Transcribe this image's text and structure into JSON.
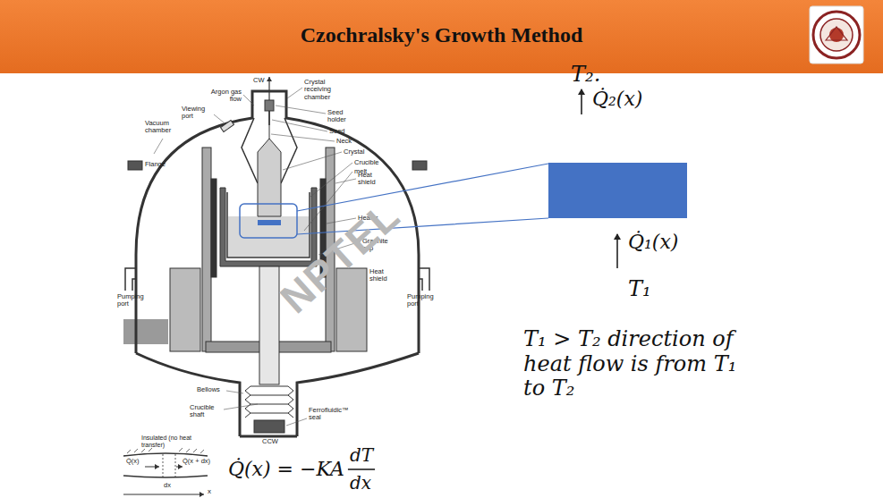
{
  "diagram": {
    "title": "Czochralsky's Growth Method",
    "labels": [
      "Argon gas flow",
      "CW",
      "Crystal receiving chamber",
      "Viewing port",
      "Seed holder",
      "Seed",
      "Neck",
      "Crystal",
      "Crucible",
      "melt",
      "Vacuum chamber",
      "Flange",
      "Heat shield",
      "Heater",
      "Graphite cup",
      "Pumping port",
      "Pumping port",
      "Heat shield",
      "Bellows",
      "Crucible shaft",
      "Ferrofluidic™ seal",
      "CCW",
      "NPTEL",
      "Insulated (no heat transfer)",
      "Q̇(x)",
      "Q̇(x + dx)",
      "dx",
      "x",
      "Q̇(x) = −KA",
      "dT",
      "dx",
      "T₂.",
      "Q̇₂(x)",
      "Q̇₁(x)",
      "T₁",
      "T₁ > T₂ direction of heat flow is from T₁ to T₂"
    ]
  }
}
